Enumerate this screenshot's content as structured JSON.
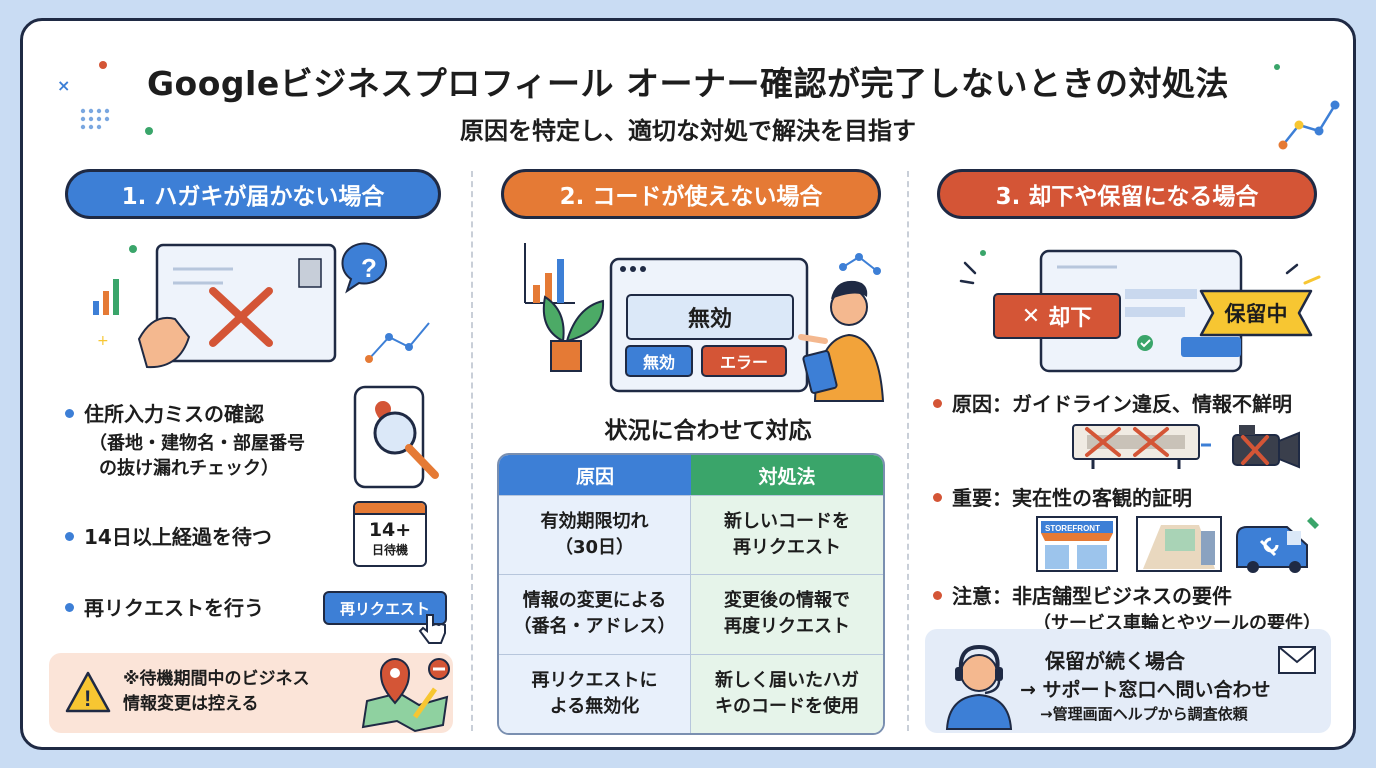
{
  "header": {
    "title": "Googleビジネスプロフィール オーナー確認が完了しないときの対処法",
    "subtitle": "原因を特定し、適切な対処で解決を目指す"
  },
  "section1": {
    "heading": "1. ハガキが届かない場合",
    "bullets": [
      {
        "text": "住所入力ミスの確認",
        "sub_lines": [
          "（番地・建物名・部屋番号",
          "の抜け漏れチェック）"
        ]
      },
      {
        "text": "14日以上経過を待つ"
      },
      {
        "text": "再リクエストを行う"
      }
    ],
    "calendar": {
      "number": "14+",
      "label": "日待機"
    },
    "request_button": "再リクエスト",
    "warning_lines": [
      "※待機期間中のビジネス",
      "情報変更は控える"
    ]
  },
  "section2": {
    "heading": "2. コードが使えない場合",
    "screen": {
      "main_label": "無効",
      "chip_invalid": "無効",
      "chip_error": "エラー"
    },
    "situation_title": "状況に合わせて対応",
    "table": {
      "headers": [
        "原因",
        "対処法"
      ],
      "rows": [
        {
          "cause": [
            "有効期限切れ",
            "（30日）"
          ],
          "action": [
            "新しいコードを",
            "再リクエスト"
          ]
        },
        {
          "cause": [
            "情報の変更による",
            "（番名・アドレス）"
          ],
          "action": [
            "変更後の情報で",
            "再度リクエスト"
          ]
        },
        {
          "cause": [
            "再リクエストに",
            "よる無効化"
          ],
          "action": [
            "新しく届いたハガ",
            "キのコードを使用"
          ]
        }
      ]
    }
  },
  "section3": {
    "heading": "3. 却下や保留になる場合",
    "badges": {
      "rejected": "却下",
      "pending": "保留中"
    },
    "bullets": [
      {
        "text": "原因：ガイドライン違反、情報不鮮明"
      },
      {
        "text": "重要：実在性の客観的証明"
      },
      {
        "text": "注意：非店舗型ビジネスの要件",
        "sub": "（サービス車輪とやツールの要件）"
      }
    ],
    "storefront_sign": "STOREFRONT",
    "support": {
      "title": "保留が続く場合",
      "line1": "→ サポート窓口へ問い合わせ",
      "line2": "→管理画面ヘルプから調査依頼"
    }
  },
  "colors": {
    "blue": "#3d7fd6",
    "orange": "#e57a35",
    "red": "#d45536",
    "green": "#3aa56a",
    "yellow": "#f7c632",
    "navy": "#1f2a44"
  }
}
